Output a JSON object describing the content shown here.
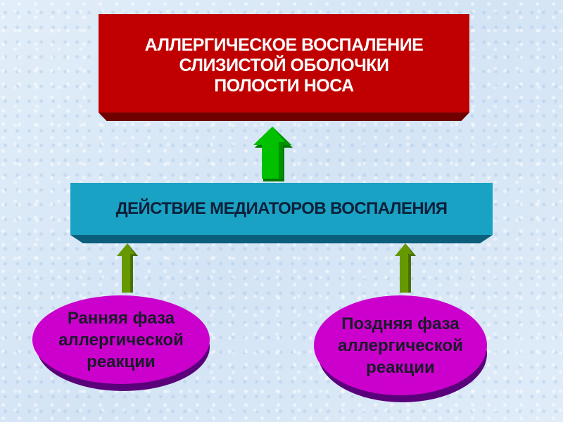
{
  "boxes": {
    "top": {
      "line1": "АЛЛЕРГИЧЕСКОЕ ВОСПАЛЕНИЕ",
      "line2": "СЛИЗИСТОЙ ОБОЛОЧКИ",
      "line3": "ПОЛОСТИ НОСА",
      "color": "#c00000"
    },
    "middle": {
      "text": "ДЕЙСТВИЕ МЕДИАТОРОВ ВОСПАЛЕНИЯ",
      "color": "#1aa2c4"
    }
  },
  "phases": {
    "early": {
      "line1": "Ранняя фаза",
      "line2": "аллергической",
      "line3": "реакции"
    },
    "late": {
      "line1": "Поздняя фаза",
      "line2": "аллергической",
      "line3": "реакции"
    },
    "color": "#cc00cc"
  },
  "arrows": {
    "main_color": "#00c000",
    "side_color": "#669900"
  }
}
